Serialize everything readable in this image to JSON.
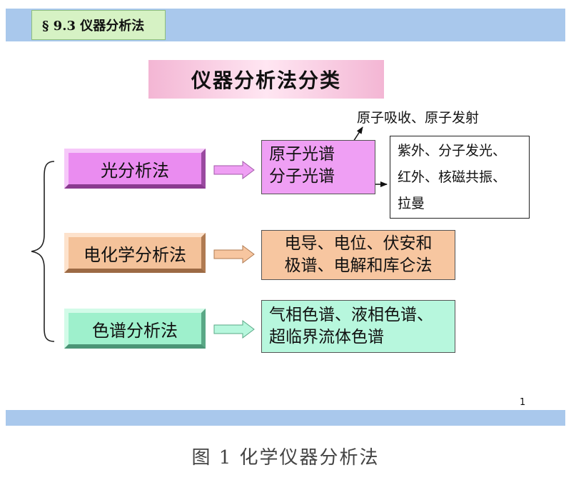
{
  "header": {
    "section": "§ 9.3  仪器分析法"
  },
  "title": "仪器分析法分类",
  "categories": [
    {
      "label": "光分析法",
      "color": "#ea8cf0"
    },
    {
      "label": "电化学分析法",
      "color": "#f4c29a"
    },
    {
      "label": "色谱分析法",
      "color": "#9ef0cc"
    }
  ],
  "details": {
    "optical": {
      "line1": "原子光谱",
      "line2": "分子光谱"
    },
    "electro": {
      "line1": "电导、电位、伏安和",
      "line2": "极谱、电解和库仑法"
    },
    "chromatography": {
      "line1": "气相色谱、液相色谱、",
      "line2": "超临界流体色谱"
    }
  },
  "atomic_methods": "原子吸收、原子发射",
  "molecular_methods": {
    "line1": "紫外、分子发光、",
    "line2": "红外、核磁共振、",
    "line3": "拉曼"
  },
  "page_number": "1",
  "caption": "图 1  化学仪器分析法"
}
